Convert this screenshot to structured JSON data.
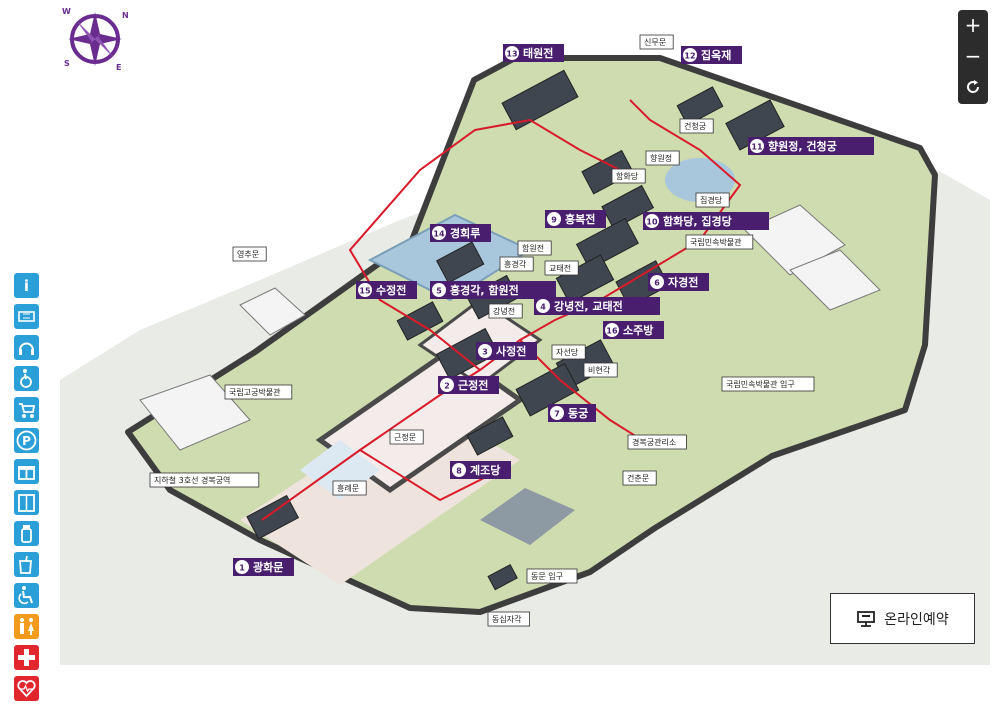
{
  "zoom": {
    "in_label": "+",
    "out_label": "−"
  },
  "compass": {
    "n": "N",
    "e": "E",
    "s": "S",
    "w": "W"
  },
  "reservation": {
    "label": "온라인예약"
  },
  "colors": {
    "label_bg": "#4a1e6e",
    "tag_bg": "#ffffff",
    "route": "#d91a2a",
    "icon_blue": "#2b9fd8",
    "icon_orange": "#f29a1b",
    "icon_red": "#e2262e"
  },
  "side_icons": [
    {
      "name": "info-icon",
      "color": "#2b9fd8"
    },
    {
      "name": "ticket-icon",
      "color": "#2b9fd8"
    },
    {
      "name": "audio-guide-icon",
      "color": "#2b9fd8"
    },
    {
      "name": "wheelchair-icon",
      "color": "#2b9fd8"
    },
    {
      "name": "stroller-icon",
      "color": "#2b9fd8"
    },
    {
      "name": "parking-icon",
      "color": "#2b9fd8"
    },
    {
      "name": "gift-shop-icon",
      "color": "#2b9fd8"
    },
    {
      "name": "locker-icon",
      "color": "#2b9fd8"
    },
    {
      "name": "drinking-water-icon",
      "color": "#2b9fd8"
    },
    {
      "name": "cafe-icon",
      "color": "#2b9fd8"
    },
    {
      "name": "accessible-icon",
      "color": "#2b9fd8"
    },
    {
      "name": "restroom-icon",
      "color": "#f29a1b"
    },
    {
      "name": "first-aid-icon",
      "color": "#e2262e"
    },
    {
      "name": "aed-icon",
      "color": "#e2262e"
    }
  ],
  "places": [
    {
      "num": "1",
      "name": "광화문"
    },
    {
      "num": "2",
      "name": "근정전"
    },
    {
      "num": "3",
      "name": "사정전"
    },
    {
      "num": "4",
      "name": "강녕전, 교태전"
    },
    {
      "num": "5",
      "name": "흥경각, 함원전"
    },
    {
      "num": "6",
      "name": "자경전"
    },
    {
      "num": "7",
      "name": "동궁"
    },
    {
      "num": "8",
      "name": "계조당"
    },
    {
      "num": "9",
      "name": "흥복전"
    },
    {
      "num": "10",
      "name": "함화당, 집경당"
    },
    {
      "num": "11",
      "name": "향원정, 건청궁"
    },
    {
      "num": "12",
      "name": "집옥재"
    },
    {
      "num": "13",
      "name": "태원전"
    },
    {
      "num": "14",
      "name": "경회루"
    },
    {
      "num": "15",
      "name": "수정전"
    },
    {
      "num": "16",
      "name": "소주방"
    }
  ],
  "tags": [
    "신무문",
    "건청궁",
    "향원정",
    "함화당",
    "집경당",
    "국립민속박물관",
    "영추문",
    "함원전",
    "흥경각",
    "교태전",
    "강녕전",
    "자선당",
    "비현각",
    "국립민속박물관 입구",
    "국립고궁박물관",
    "근정문",
    "경복궁관리소",
    "건춘문",
    "지하철 3호선 경복궁역",
    "흥례문",
    "동문 입구",
    "동십자각"
  ]
}
